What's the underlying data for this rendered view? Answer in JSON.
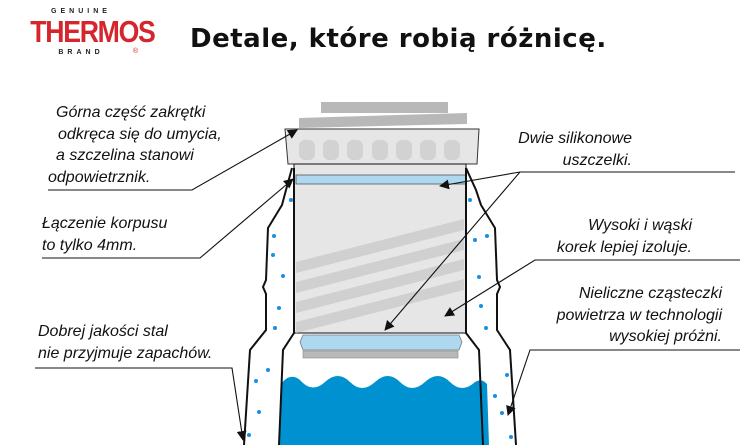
{
  "logo": {
    "top": "GENUINE",
    "brand": "THERMOS",
    "bottom": "BRAND",
    "registered": "®"
  },
  "title": "Detale, które robią różnicę.",
  "labels": {
    "cap": [
      "Górna część zakrętki",
      "odkręca się do umycia,",
      "a szczelina stanowi",
      "odpowietrznik."
    ],
    "joint": [
      "Łączenie korpusu",
      "to tylko 4mm."
    ],
    "steel": [
      "Dobrej jakości stal",
      "nie przyjmuje zapachów."
    ],
    "seals": [
      "Dwie silikonowe",
      "uszczelki."
    ],
    "plug": [
      "Wysoki i wąski",
      "korek lepiej izoluje."
    ],
    "vacuum": [
      "Nieliczne cząsteczki",
      "powietrza w technologii",
      "wysokiej próżni."
    ]
  },
  "colors": {
    "brand_red": "#d4262c",
    "water": "#0092d0",
    "seal": "#aed8f0",
    "dots": "#1a8fe0"
  }
}
